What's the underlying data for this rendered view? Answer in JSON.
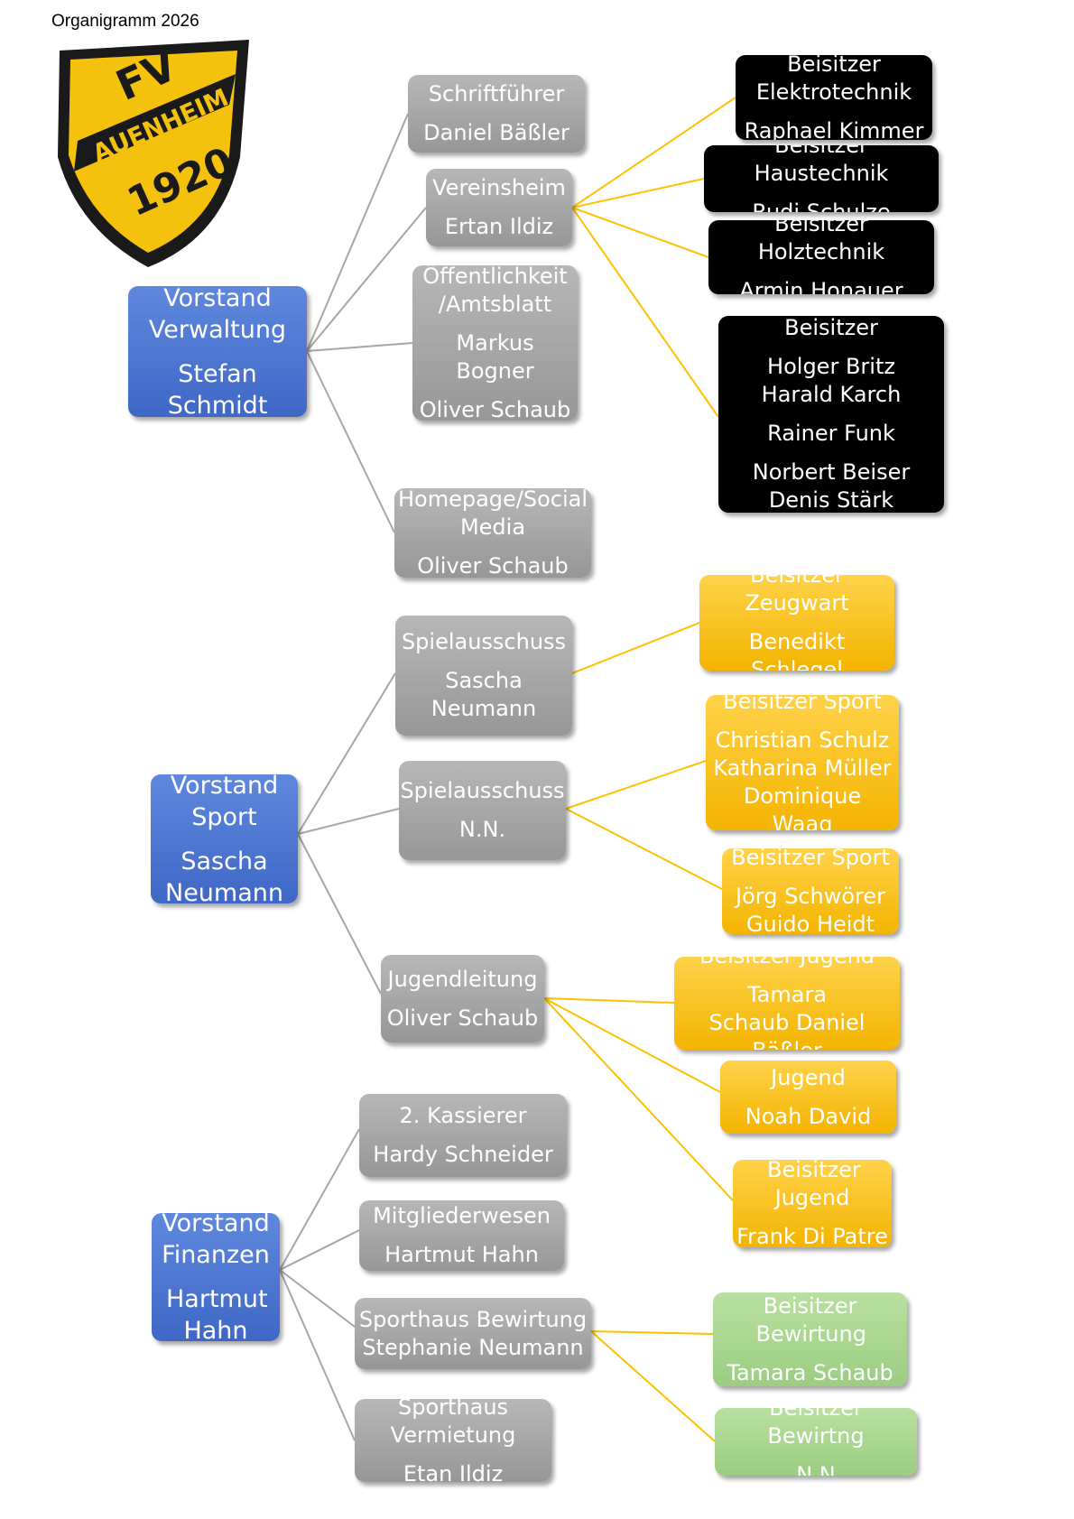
{
  "page_title": "Organigramm 2026",
  "logo": {
    "top_text": "FV",
    "middle_text": "AUENHEIM",
    "bottom_text": "1920"
  },
  "colors": {
    "vorstand": "#4a74d3",
    "amt": "#a6a6a6",
    "beisitzer_verwaltung": "#000000",
    "beisitzer_sport": "#ffc000",
    "beisitzer_finanzen": "#a9d08e",
    "connector_gray": "#a6a6a6",
    "connector_gold": "#ffc000"
  },
  "boxes": {
    "vorstand_verwaltung": {
      "role": "Vorstand Verwaltung",
      "name": "Stefan Schmidt"
    },
    "schriftfuehrer": {
      "role": "Schriftführer",
      "name": "Daniel Bäßler"
    },
    "vereinsheim": {
      "role": "Vereinsheim",
      "name": "Ertan Ildiz"
    },
    "oeffentlichkeit": {
      "role": "Öffentlichkeit /Amtsblatt",
      "name1": "Markus Bogner",
      "name2": "Oliver Schaub"
    },
    "homepage": {
      "role": "Homepage/Social Media",
      "name": "Oliver Schaub"
    },
    "beisitzer_elektro": {
      "role": "Beisitzer Elektrotechnik",
      "name": "Raphael Kimmer"
    },
    "beisitzer_haus": {
      "role": "Beisitzer Haustechnik",
      "name": "Rudi Schulze"
    },
    "beisitzer_holz": {
      "role": "Beisitzer Holztechnik",
      "name": "Armin Honauer"
    },
    "beisitzer_allg": {
      "role": "Beisitzer",
      "names1": "Holger Britz Harald Karch",
      "name2": "Rainer Funk",
      "names3": "Norbert Beiser Denis Stärk"
    },
    "vorstand_sport": {
      "role": "Vorstand Sport",
      "name": "Sascha Neumann"
    },
    "spielausschuss1": {
      "role": "Spielausschuss",
      "name": "Sascha Neumann"
    },
    "spielausschuss2": {
      "role": "Spielausschuss",
      "name": "N.N."
    },
    "jugendleitung": {
      "role": "Jugendleitung",
      "name": "Oliver Schaub"
    },
    "beisitzer_zeugwart": {
      "role": "Beisitzer Zeugwart",
      "name": "Benedikt Schlegel"
    },
    "beisitzer_sport1": {
      "role": "Beisitzer Sport",
      "names": "Christian Schulz Katharina Müller Dominique Waag"
    },
    "beisitzer_sport2": {
      "role": "Beisitzer Sport",
      "names": "Jörg Schwörer Guido Heidt"
    },
    "beisitzer_jugend1": {
      "role": "Beisitzer Jugend",
      "names": "Tamara Schaub Daniel Bäßler"
    },
    "beisitzer_jugend2": {
      "role": "Beisitzer Jugend",
      "name": "Noah David Erb"
    },
    "beisitzer_jugend3": {
      "role": "Beisitzer Jugend",
      "name": "Frank Di Patre"
    },
    "vorstand_finanzen": {
      "role": "Vorstand Finanzen",
      "name": "Hartmut Hahn"
    },
    "kassierer": {
      "role": "2. Kassierer",
      "name": "Hardy Schneider"
    },
    "mitgliederwesen": {
      "role": "Mitgliederwesen",
      "name": "Hartmut Hahn"
    },
    "sporthaus_bewirtung": {
      "role": "Sporthaus Bewirtung",
      "name": "Stephanie Neumann"
    },
    "sporthaus_vermietung": {
      "role": "Sporthaus Vermietung",
      "name": "Etan Ildiz"
    },
    "beisitzer_bewirtung": {
      "role": "Beisitzer Bewirtung",
      "name": "Tamara Schaub"
    },
    "beisitzer_bewirtng": {
      "role": "Beisitzer Bewirtng",
      "name": "N.N"
    }
  }
}
